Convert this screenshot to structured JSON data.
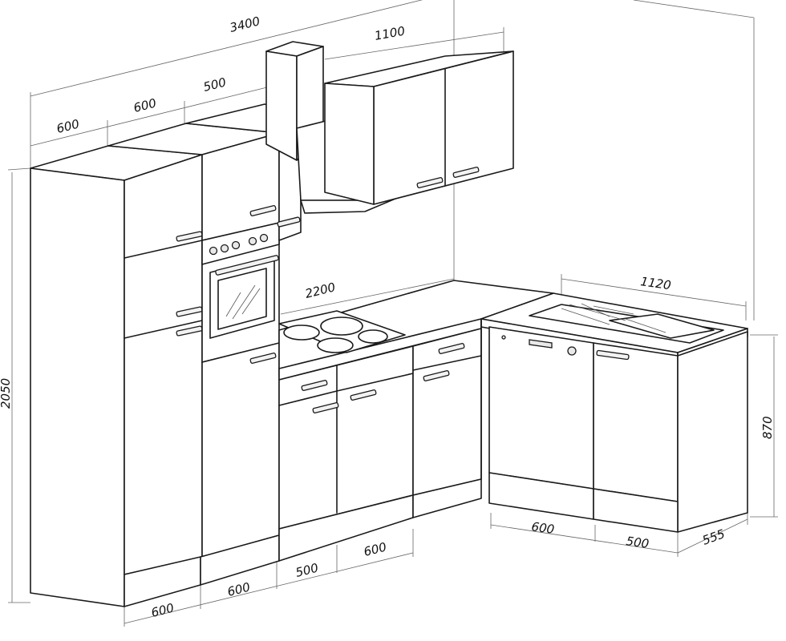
{
  "dimensions": {
    "total_width": "3400",
    "upper_cabinet_width": "1100",
    "top_segment_1": "600",
    "top_segment_2": "600",
    "top_segment_3": "500",
    "height": "2050",
    "counter_run": "2200",
    "corner_run": "1120",
    "base_height": "870",
    "bottom_600_a": "600",
    "bottom_600_b": "600",
    "bottom_500_a": "500",
    "bottom_600_c": "600",
    "right_600": "600",
    "right_500": "500",
    "depth": "555"
  }
}
